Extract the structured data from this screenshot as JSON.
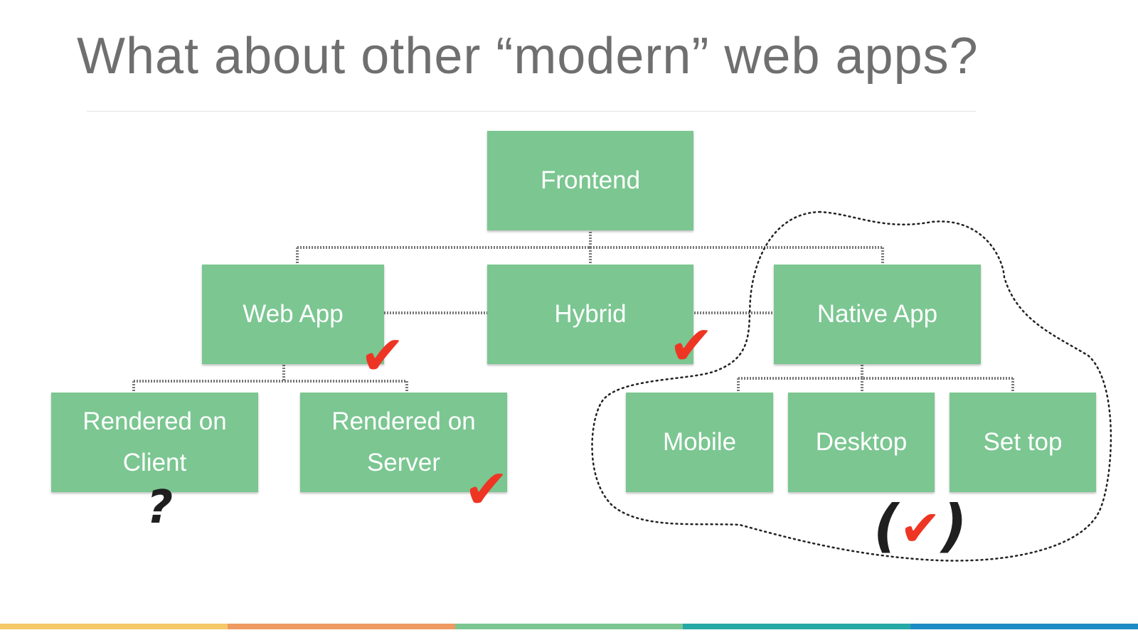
{
  "slide": {
    "title": "What about other “modern” web apps?"
  },
  "nodes": {
    "frontend": "Frontend",
    "web_app": "Web App",
    "hybrid": "Hybrid",
    "native_app": "Native App",
    "rendered_client": "Rendered on\nClient",
    "rendered_server": "Rendered on\nServer",
    "mobile": "Mobile",
    "desktop": "Desktop",
    "set_top": "Set top"
  },
  "annotations": {
    "check": "✔",
    "question": "?",
    "paren_open": "(",
    "paren_close": ")"
  },
  "colors": {
    "node_fill": "#7bc691",
    "node_text": "#ffffff",
    "check": "#ee3524",
    "title": "#6f6f6f",
    "connector": "#777777"
  },
  "footer": {
    "colors": [
      "#f5c86a",
      "#ee9a62",
      "#7bc691",
      "#26a8a5",
      "#1f8bc6"
    ]
  }
}
